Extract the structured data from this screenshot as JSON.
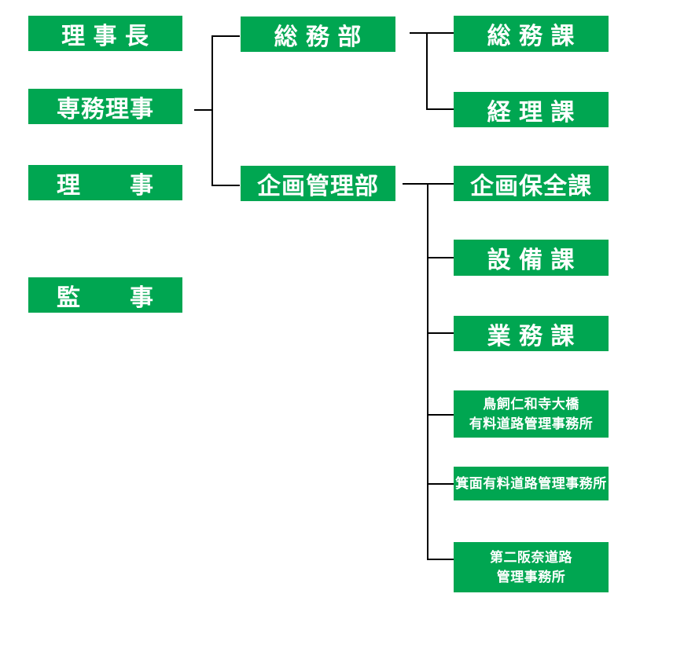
{
  "colors": {
    "node_green": "#00a651",
    "node_text": "#ffffff",
    "connector": "#000000",
    "page_background": "#ffffff"
  },
  "org_chart": {
    "executives": [
      {
        "label": "理 事 長"
      },
      {
        "label": "専務理事"
      },
      {
        "label": "理　　事"
      },
      {
        "label": "監　　事"
      }
    ],
    "departments": [
      {
        "label": "総 務 部"
      },
      {
        "label": "企画管理部"
      }
    ],
    "general_affairs_sections": [
      {
        "label": "総 務 課"
      },
      {
        "label": "経 理 課"
      }
    ],
    "planning_management_sections": [
      {
        "label": "企画保全課"
      },
      {
        "label": "設 備 課"
      },
      {
        "label": "業 務 課"
      },
      {
        "label": "鳥飼仁和寺大橋\n有料道路管理事務所"
      },
      {
        "label": "箕面有料道路管理事務所"
      },
      {
        "label": "第二阪奈道路\n管理事務所"
      }
    ]
  }
}
